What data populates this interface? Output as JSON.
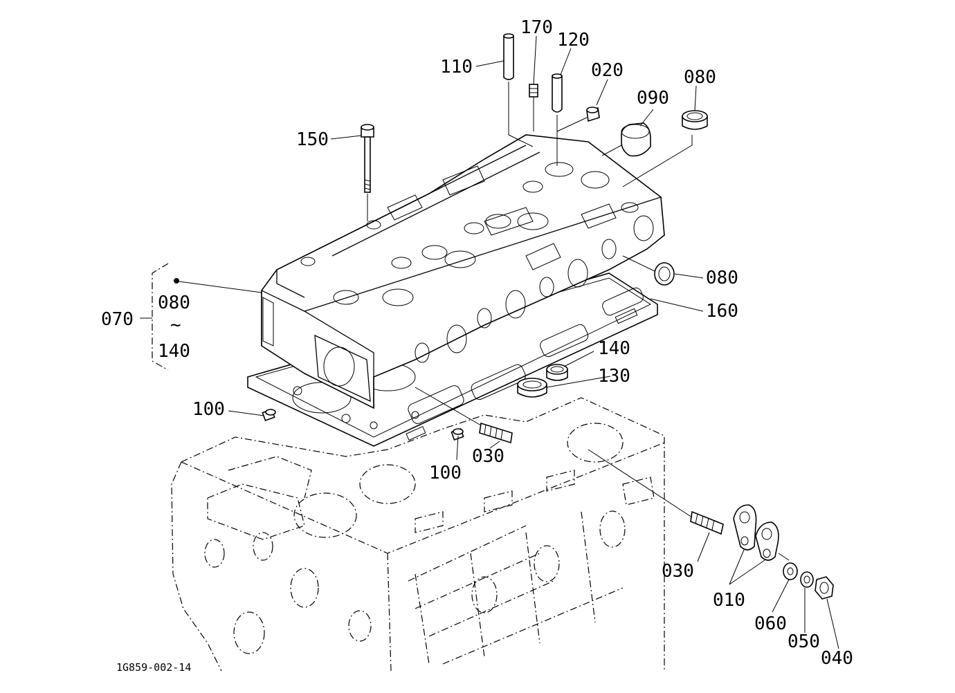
{
  "drawing_code": "1G859-002-14",
  "group_range": {
    "start": "080",
    "tilde": "~",
    "end": "140"
  },
  "callouts": {
    "p110": "110",
    "p170": "170",
    "p120": "120",
    "p020": "020",
    "p090": "090",
    "p080_top": "080",
    "p150": "150",
    "p070": "070",
    "p080_right": "080",
    "p160": "160",
    "p140": "140",
    "p130": "130",
    "p100_left": "100",
    "p100_mid": "100",
    "p030_mid": "030",
    "p030_right": "030",
    "p010": "010",
    "p060": "060",
    "p050": "050",
    "p040": "040"
  }
}
